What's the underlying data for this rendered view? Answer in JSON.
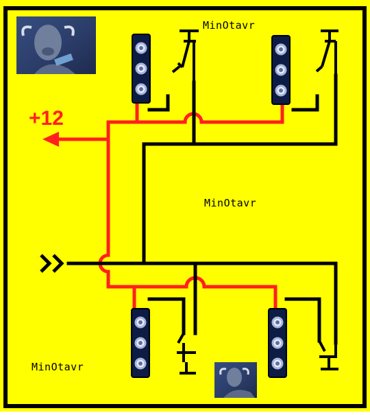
{
  "colors": {
    "board": "#ffff00",
    "frame": "#000000",
    "positive_wire": "#ff2020",
    "ground_wire": "#000000",
    "module_body": "#0c1c45",
    "led_ring": "#aab4d6",
    "logo_bg": "#2b3a66"
  },
  "labels": {
    "voltage": "+12",
    "watermark_top": "MinOtavr",
    "watermark_center": "MinOtavr",
    "watermark_bottom": "MinOtavr"
  },
  "icons": {
    "input": "double-chevron-icon",
    "output": "arrow-left-icon",
    "logo": "minotaur-logo-icon",
    "switch": "spst-switch-icon",
    "module": "led-module-icon"
  },
  "modules": [
    {
      "name": "led-module-top-left",
      "leds": 3
    },
    {
      "name": "led-module-top-right",
      "leds": 3
    },
    {
      "name": "led-module-bottom-left",
      "leds": 3
    },
    {
      "name": "led-module-bottom-right",
      "leds": 3
    }
  ]
}
